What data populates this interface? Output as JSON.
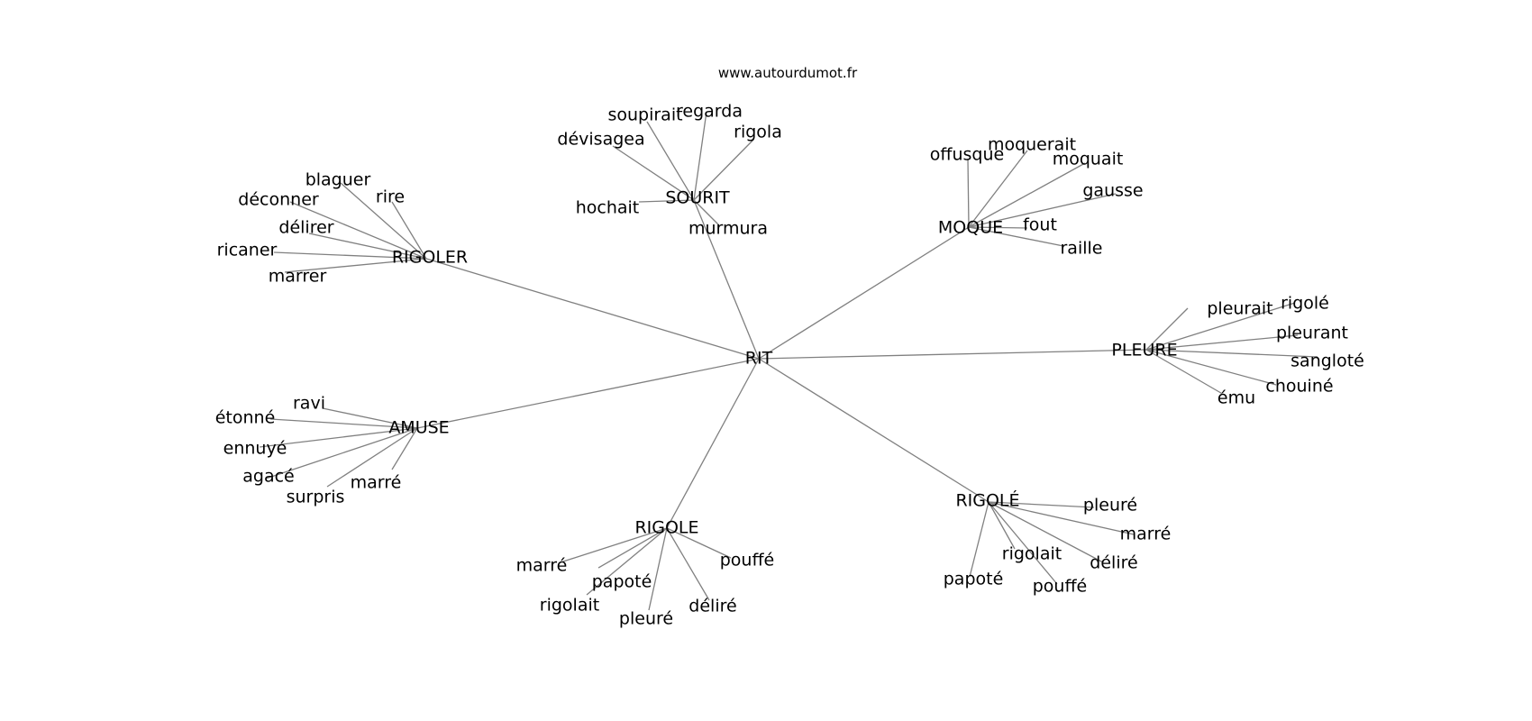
{
  "watermark": "www.autourdumot.fr",
  "graph": {
    "center": "RIT",
    "groups": [
      {
        "hub": "SOURIT",
        "leaves": [
          "soupirait",
          "regarda",
          "dévisagea",
          "rigola",
          "hochait",
          "murmura"
        ]
      },
      {
        "hub": "RIGOLER",
        "leaves": [
          "blaguer",
          "déconner",
          "rire",
          "délirer",
          "ricaner",
          "marrer"
        ]
      },
      {
        "hub": "MOQUE",
        "leaves": [
          "offusque",
          "moquerait",
          "moquait",
          "gausse",
          "fout",
          "raille"
        ]
      },
      {
        "hub": "PLEURE",
        "leaves": [
          "pleurait",
          "rigolé",
          "pleurant",
          "sangloté",
          "chouiné",
          "ému"
        ]
      },
      {
        "hub": "AMUSE",
        "leaves": [
          "ravi",
          "étonné",
          "ennuyé",
          "agacé",
          "marré",
          "surpris"
        ]
      },
      {
        "hub": "RIGOLE",
        "leaves": [
          "marré",
          "pouffé",
          "papoté",
          "rigolait",
          "pleuré",
          "déliré"
        ]
      },
      {
        "hub": "RIGOLÉ",
        "leaves": [
          "pleuré",
          "marré",
          "rigolait",
          "déliré",
          "papoté",
          "pouffé"
        ]
      }
    ]
  },
  "colors": {
    "edge": "#808080",
    "text": "#000000",
    "background": "#ffffff"
  }
}
